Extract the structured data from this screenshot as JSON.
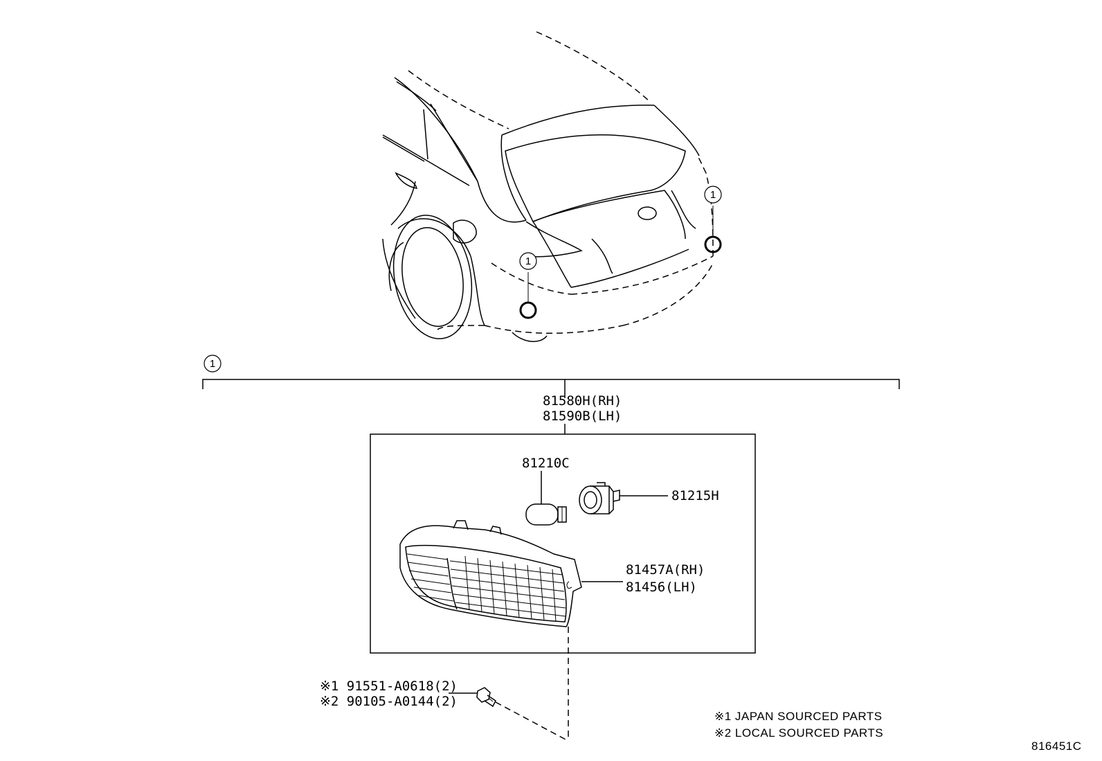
{
  "callout": "1",
  "assembly": {
    "rh": "81580H(RH)",
    "lh": "81590B(LH)"
  },
  "parts": {
    "bulb": "81210C",
    "socket": "81215H",
    "lens_rh": "81457A(RH)",
    "lens_lh": "81456(LH)"
  },
  "fasteners": {
    "japan": "※1 91551-A0618(2)",
    "local": "※2 90105-A0144(2)"
  },
  "notes": {
    "japan": "※1 JAPAN SOURCED PARTS",
    "local": "※2 LOCAL SOURCED PARTS"
  },
  "diagram_id": "816451C"
}
